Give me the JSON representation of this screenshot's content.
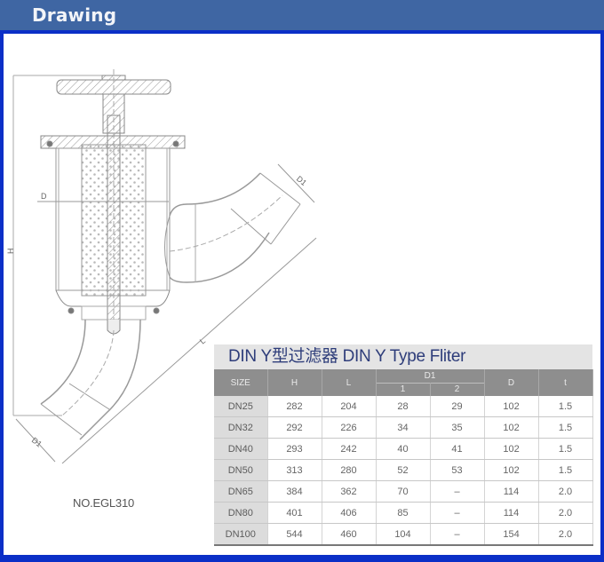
{
  "header": {
    "title": "Drawing"
  },
  "drawing": {
    "part_number": "NO.EGL310",
    "dimension_labels": {
      "height": "H",
      "length": "L",
      "diameter": "D",
      "outlet_diameter": "D1"
    }
  },
  "spec_table": {
    "title": "DIN Y型过滤器 DIN Y Type Fliter",
    "headers": {
      "size": "SIZE",
      "h": "H",
      "l": "L",
      "d1": "D1",
      "d1_sub": [
        "1",
        "2"
      ],
      "d": "D",
      "t": "t"
    },
    "rows": [
      {
        "size": "DN25",
        "h": "282",
        "l": "204",
        "d1_1": "28",
        "d1_2": "29",
        "d": "102",
        "t": "1.5"
      },
      {
        "size": "DN32",
        "h": "292",
        "l": "226",
        "d1_1": "34",
        "d1_2": "35",
        "d": "102",
        "t": "1.5"
      },
      {
        "size": "DN40",
        "h": "293",
        "l": "242",
        "d1_1": "40",
        "d1_2": "41",
        "d": "102",
        "t": "1.5"
      },
      {
        "size": "DN50",
        "h": "313",
        "l": "280",
        "d1_1": "52",
        "d1_2": "53",
        "d": "102",
        "t": "1.5"
      },
      {
        "size": "DN65",
        "h": "384",
        "l": "362",
        "d1_1": "70",
        "d1_2": "–",
        "d": "114",
        "t": "2.0"
      },
      {
        "size": "DN80",
        "h": "401",
        "l": "406",
        "d1_1": "85",
        "d1_2": "–",
        "d": "114",
        "t": "2.0"
      },
      {
        "size": "DN100",
        "h": "544",
        "l": "460",
        "d1_1": "104",
        "d1_2": "–",
        "d": "154",
        "t": "2.0"
      }
    ]
  },
  "colors": {
    "header_bg": "#3f66a3",
    "frame_border": "#0b2fc7",
    "table_title_text": "#2e3d7a",
    "table_header_bg": "#8e8e8e"
  }
}
